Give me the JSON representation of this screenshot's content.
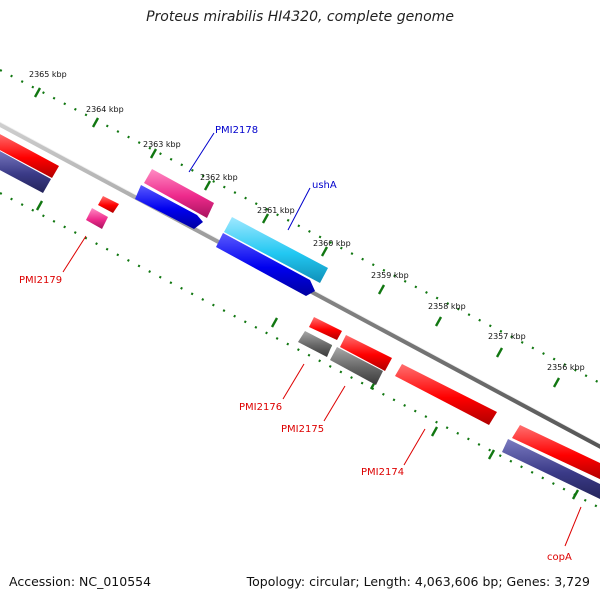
{
  "map": {
    "title": "Proteus mirabilis HI4320, complete genome",
    "accession": "Accession: NC_010554",
    "summary": "Topology: circular; Length: 4,063,606 bp; Genes: 3,729"
  },
  "ticks": [
    "2365 kbp",
    "2364 kbp",
    "2363 kbp",
    "2362 kbp",
    "2361 kbp",
    "2360 kbp",
    "2359 kbp",
    "2358 kbp",
    "2357 kbp",
    "2356 kbp"
  ],
  "gene_labels": {
    "PMI2178": "PMI2178",
    "ushA": "ushA",
    "PMI2179": "PMI2179",
    "PMI2176": "PMI2176",
    "PMI2175": "PMI2175",
    "PMI2174": "PMI2174",
    "copA": "copA"
  },
  "colors": {
    "forward_gene": "#ff0000",
    "reverse_gene": "#ff0000",
    "cds_blue": "#0000ee",
    "cds_cyan": "#22c8f2",
    "cds_magenta": "#ee2a8c",
    "cds_gray": "#666666",
    "cds_navy": "#3b3b88",
    "backbone": "#888888",
    "tick_green": "#117711",
    "label_blue": "#0000cc",
    "label_red": "#dd0000"
  }
}
